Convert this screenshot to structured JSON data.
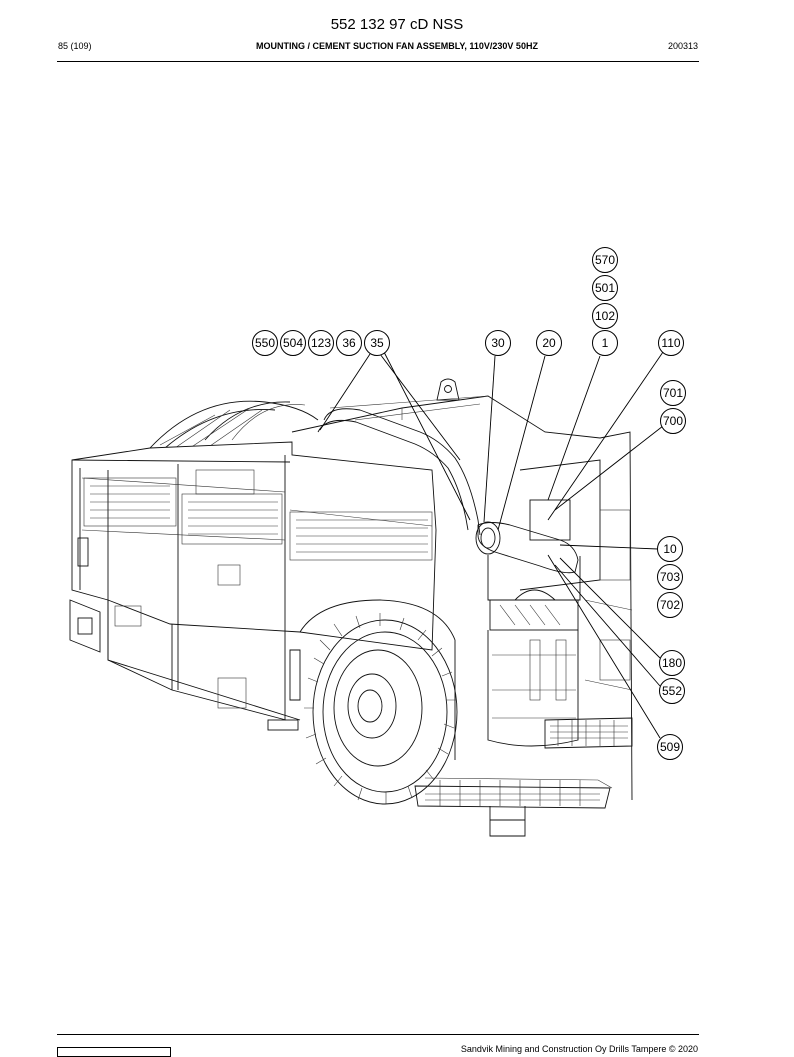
{
  "header": {
    "doc_number": "552 132 97 cD NSS",
    "page": "85 (109)",
    "section_title": "MOUNTING / CEMENT SUCTION FAN ASSEMBLY, 110V/230V 50HZ",
    "date_code": "200313"
  },
  "footer": {
    "copyright": "Sandvik Mining and Construction Oy Drills Tampere © 2020"
  },
  "callouts": [
    "570",
    "501",
    "102",
    "550",
    "504",
    "123",
    "36",
    "35",
    "30",
    "20",
    "1",
    "110",
    "701",
    "700",
    "10",
    "703",
    "702",
    "180",
    "552",
    "509"
  ]
}
